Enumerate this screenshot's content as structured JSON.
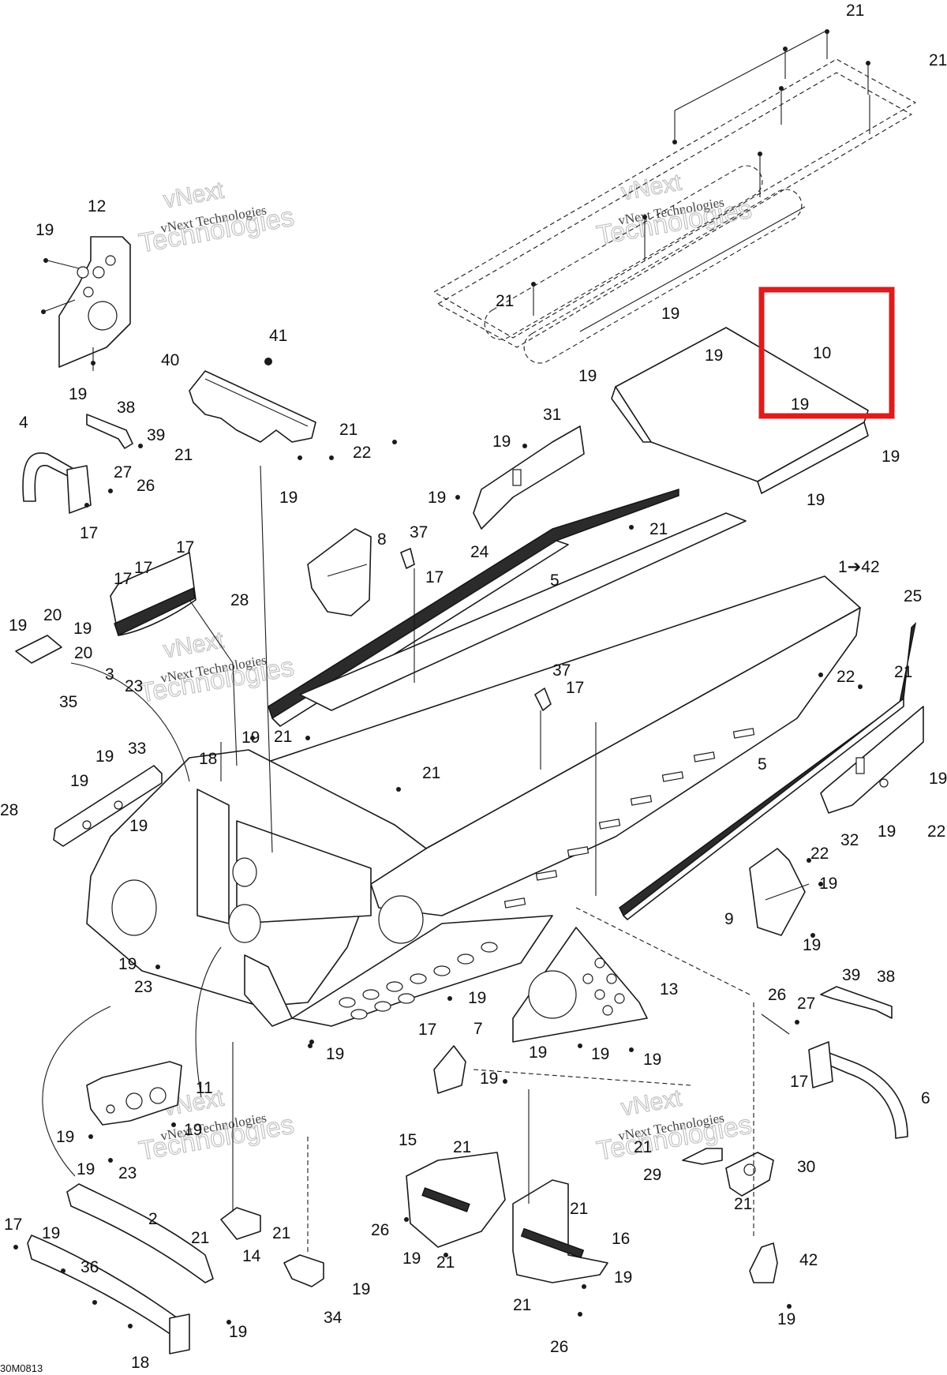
{
  "figure_ref": "30M0813",
  "watermark": {
    "line1": "vNext",
    "line2": "vNext Technologies",
    "line3": "Technologies"
  },
  "highlight": {
    "label": "10",
    "color": "#e01b1b"
  },
  "callouts": {
    "c1_42": "1➔42",
    "c2": "2",
    "c3": "3",
    "c4": "4",
    "c5": "5",
    "c6": "6",
    "c7": "7",
    "c8": "8",
    "c9": "9",
    "c10": "10",
    "c11": "11",
    "c12": "12",
    "c13": "13",
    "c14": "14",
    "c15": "15",
    "c16": "16",
    "c17": "17",
    "c18": "18",
    "c19": "19",
    "c20": "20",
    "c21": "21",
    "c22": "22",
    "c23": "23",
    "c24": "24",
    "c25": "25",
    "c26": "26",
    "c27": "27",
    "c28": "28",
    "c29": "29",
    "c30": "30",
    "c31": "31",
    "c32": "32",
    "c33": "33",
    "c34": "34",
    "c35": "35",
    "c36": "36",
    "c37": "37",
    "c38": "38",
    "c39": "39",
    "c40": "40",
    "c41": "41",
    "c42": "42"
  }
}
